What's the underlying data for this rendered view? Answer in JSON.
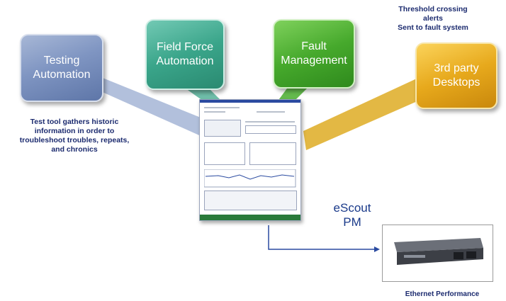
{
  "boxes": {
    "testing": "Testing\nAutomation",
    "field_force": "Field Force\nAutomation",
    "fault": "Fault\nManagement",
    "third_party": "3rd party\nDesktops"
  },
  "notes": {
    "test_tool": "Test tool gathers historic\ninformation in order to\ntroubleshoot troubles, repeats,\nand chronics",
    "threshold": "Threshold crossing\nalerts\nSent to fault system"
  },
  "escout": "eScout\nPM",
  "device_label": "Ethernet Performance",
  "colors": {
    "testing": "#7f95c2",
    "field_force": "#3aa58a",
    "fault": "#46a92c",
    "third_party": "#e7a91c",
    "text_blue": "#1c2b6f"
  }
}
